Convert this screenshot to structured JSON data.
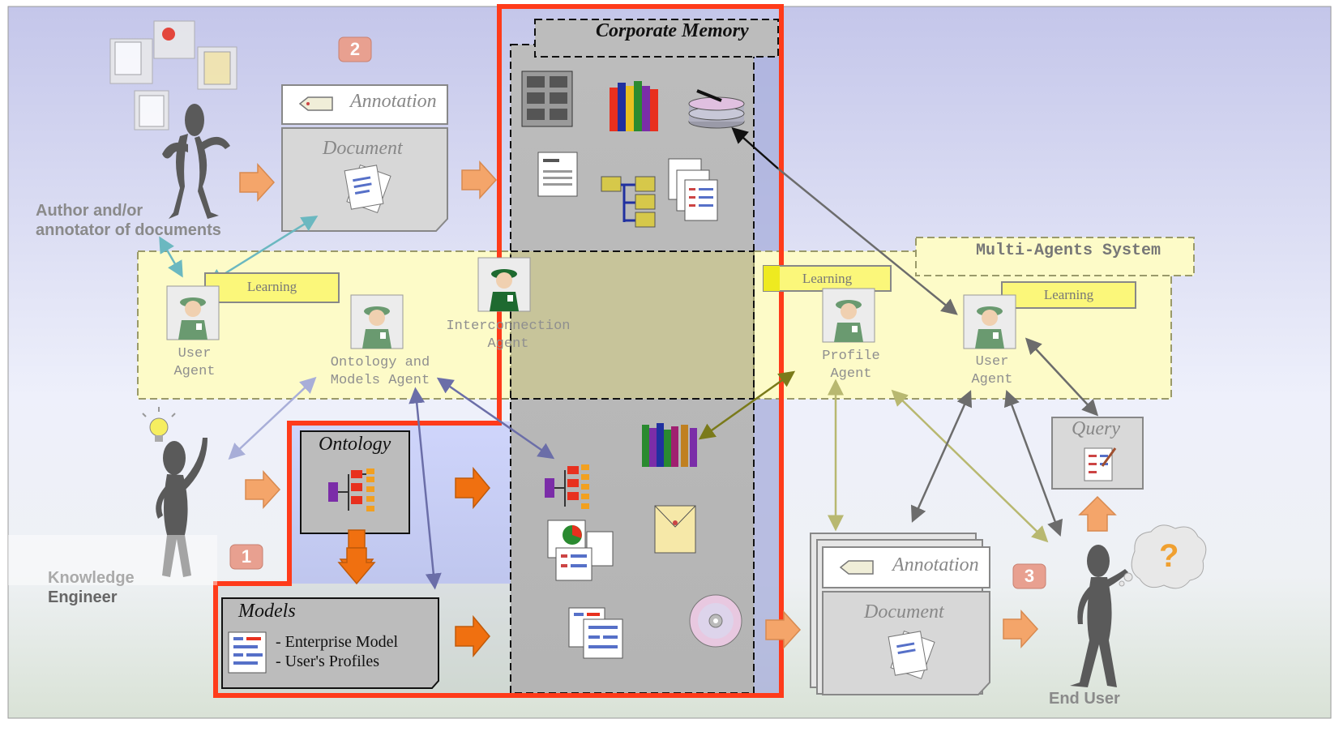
{
  "corporate_memory": {
    "title": "Corporate Memory"
  },
  "multi_agents": {
    "title": "Multi-Agents System"
  },
  "author": {
    "label_line1": "Author and/or",
    "label_line2": "annotator of documents"
  },
  "engineer": {
    "label_line1": "Knowledge",
    "label_line2": "Engineer"
  },
  "end_user": {
    "label": "End User"
  },
  "boxes": {
    "annotation_top": "Annotation",
    "document_top": "Document",
    "annotation_bottom": "Annotation",
    "document_bottom": "Document",
    "query": "Query",
    "ontology": "Ontology",
    "models": "Models",
    "models_items": [
      "- Enterprise Model",
      "- User's Profiles"
    ]
  },
  "learning": {
    "left": "Learning",
    "profile": "Learning",
    "right": "Learning"
  },
  "agents": {
    "user_left_1": "User",
    "user_left_2": "Agent",
    "onto_1": "Ontology and",
    "onto_2": "Models Agent",
    "inter_1": "Interconnection",
    "inter_2": "Agent",
    "profile_1": "Profile",
    "profile_2": "Agent",
    "user_right_1": "User",
    "user_right_2": "Agent"
  },
  "badges": {
    "one": "1",
    "two": "2",
    "three": "3"
  },
  "colors": {
    "red_frame": "#ff3b1a",
    "arrow_orange": "#f0a060",
    "arrow_dark_orange": "#e8700a",
    "mas_fill": "#fdfbc8",
    "learning_fill": "#fbf77a"
  }
}
